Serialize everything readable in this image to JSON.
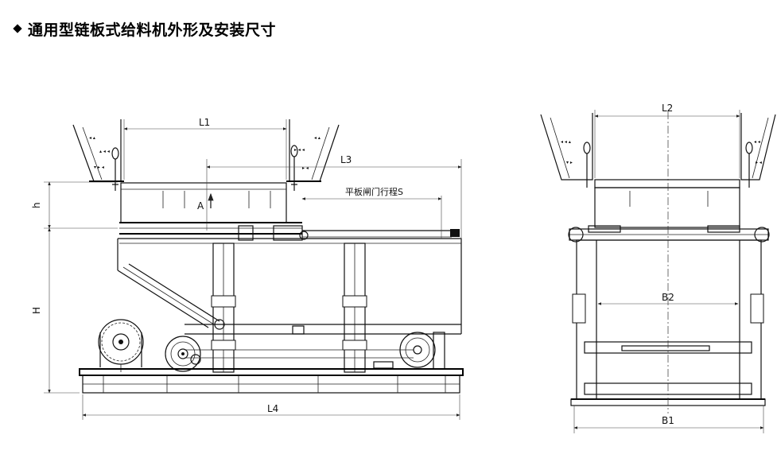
{
  "title": "通用型链板式给料机外形及安装尺寸",
  "dimensions": {
    "L1": "L1",
    "L2": "L2",
    "L3": "L3",
    "L4": "L4",
    "h": "h",
    "H": "H",
    "B1": "B1",
    "B2": "B2",
    "A": "A",
    "S": "平板闸门行程S"
  },
  "icons": {
    "bullet": "diamond-bullet-icon"
  }
}
